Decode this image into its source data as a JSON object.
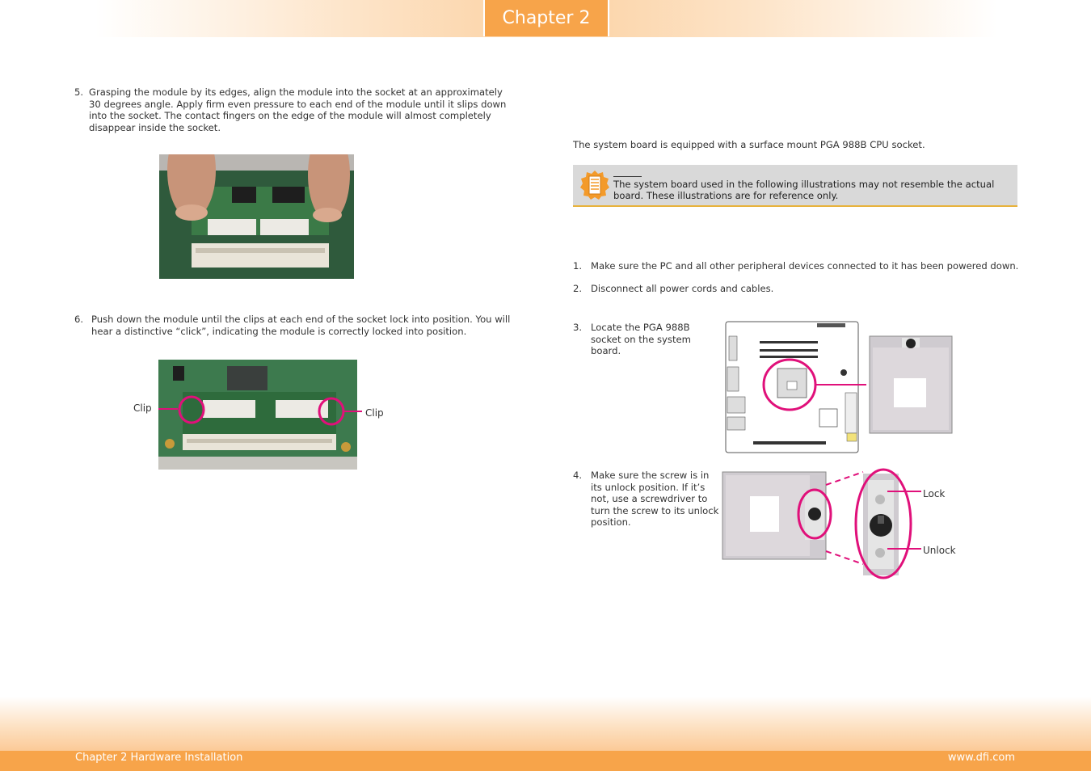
{
  "header": {
    "chapter_tab": "Chapter 2"
  },
  "left": {
    "step5": {
      "number": "5.",
      "text": "Grasping the module by its edges, align the module into the socket at an approximately 30 degrees angle. Apply firm even pressure to each end of the module until it slips down into the socket. The contact fingers on the edge of the module will almost completely disappear inside the socket."
    },
    "step6": {
      "number": "6.",
      "text": "Push down the module until the clips at each end of the socket lock into position. You will hear a distinctive “click”, indicating the module is correctly locked into position."
    },
    "clip_left": "Clip",
    "clip_right": "Clip"
  },
  "right": {
    "intro": "The system board is equipped with a surface mount PGA 988B CPU socket.",
    "note": "The system board used in the following illustrations may not resemble the actual board. These illustrations are for reference only.",
    "step1": {
      "number": "1.",
      "text": "Make sure the PC and all other peripheral devices connected to it has been powered down."
    },
    "step2": {
      "number": "2.",
      "text": "Disconnect all power cords and cables."
    },
    "step3": {
      "number": "3.",
      "text": "Locate the PGA 988B socket on the system board."
    },
    "step4": {
      "number": "4.",
      "text": "Make sure the screw is in its unlock position. If it’s not, use a screwdriver to turn the screw to its unlock position."
    },
    "lock_label": "Lock",
    "unlock_label": "Unlock"
  },
  "footer": {
    "left": "Chapter 2 Hardware Installation",
    "right": "www.dfi.com"
  },
  "colors": {
    "accent_orange": "#f7a44a",
    "highlight_magenta": "#e0107a",
    "note_bg": "#d9d9d9"
  }
}
